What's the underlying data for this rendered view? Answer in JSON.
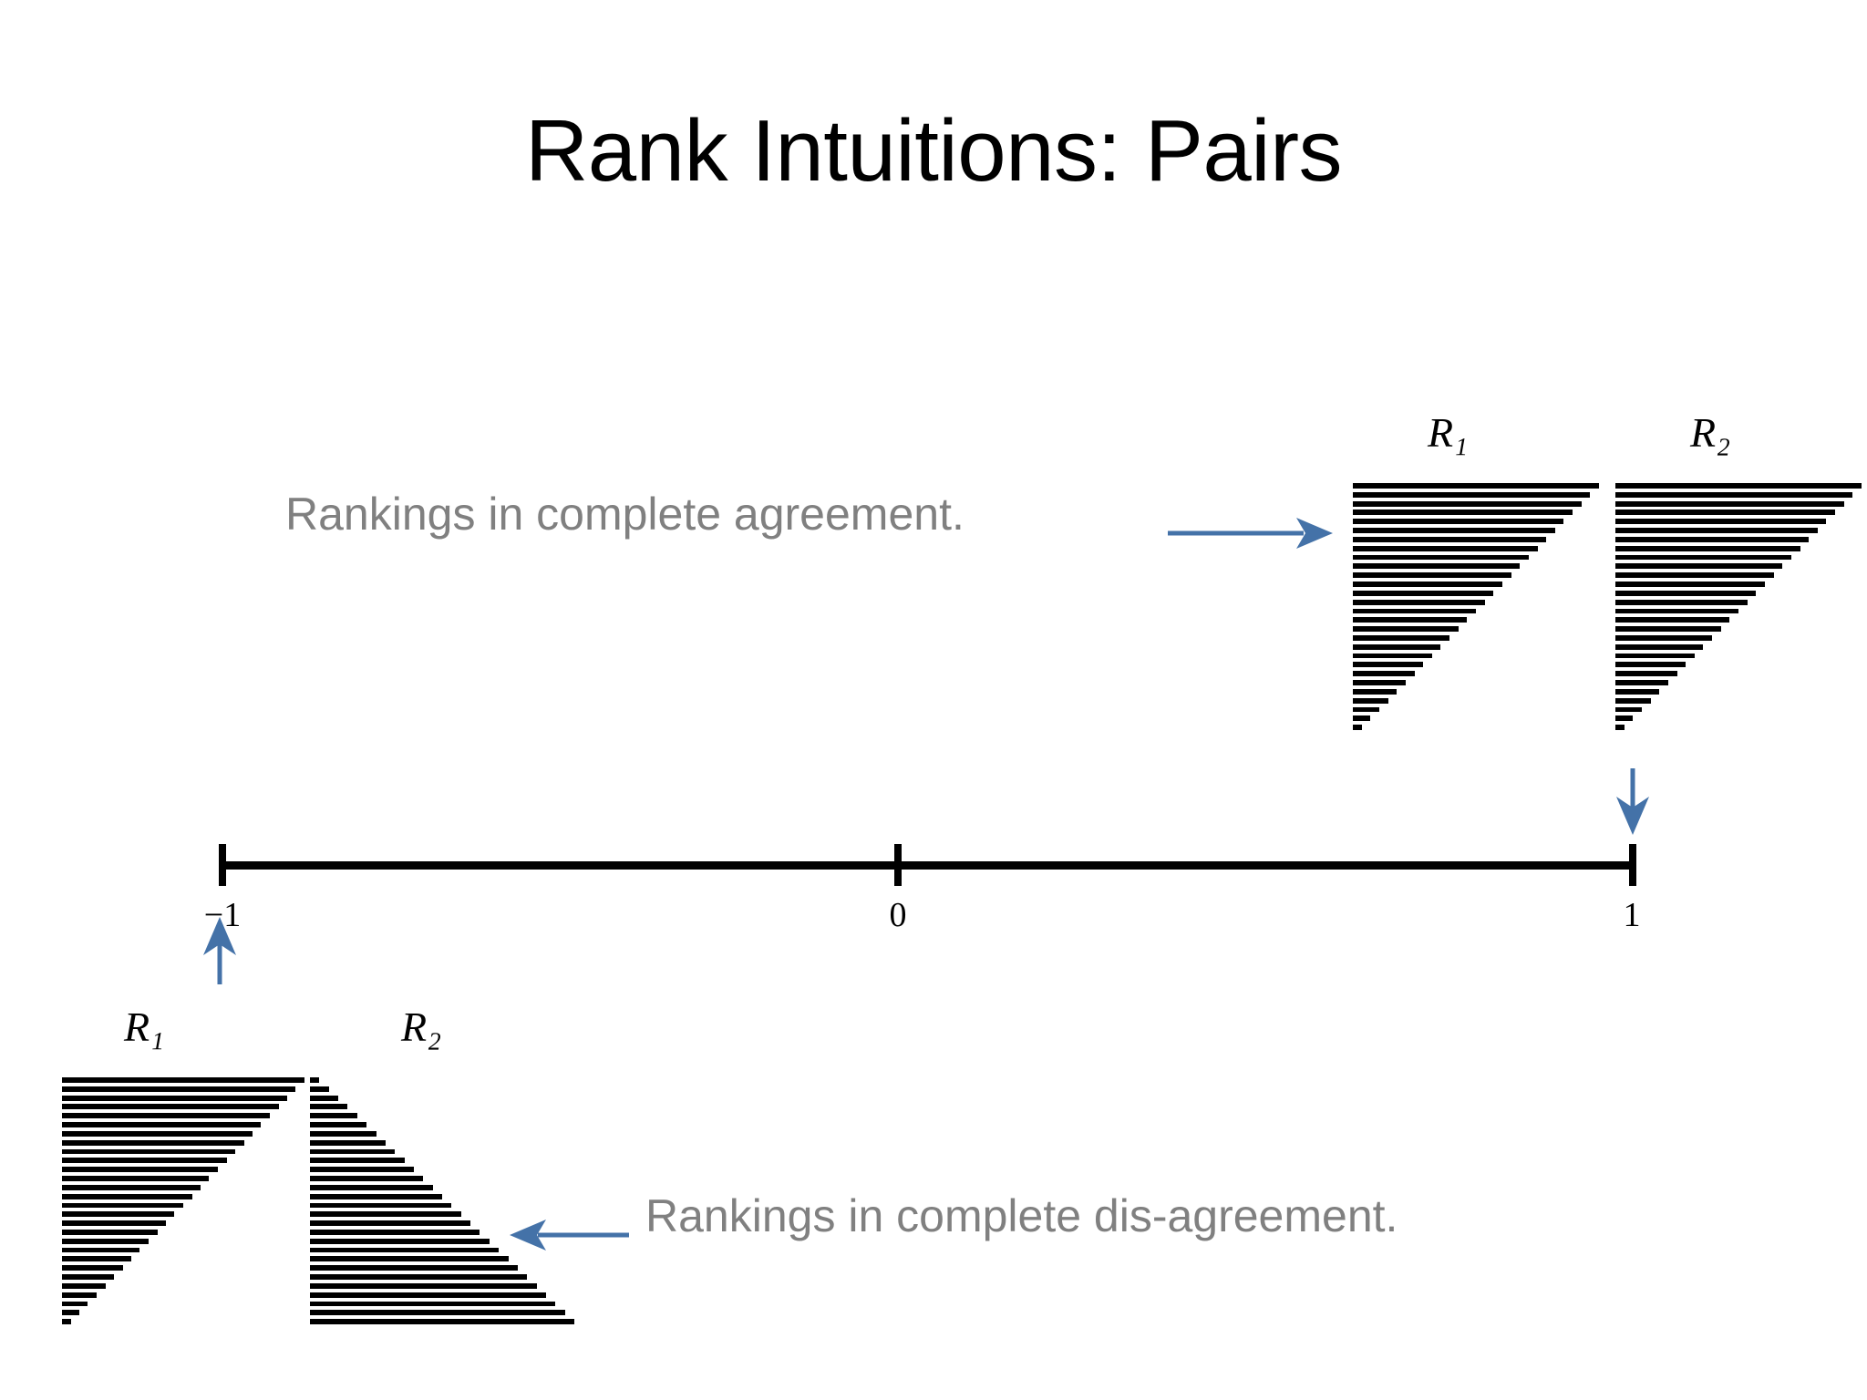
{
  "slide": {
    "title": "Rank Intuitions: Pairs",
    "background_color": "#ffffff"
  },
  "colors": {
    "title_text": "#000000",
    "annotation_text": "#808080",
    "arrow_blue": "#4472a8",
    "bar_black": "#000000",
    "axis_black": "#000000"
  },
  "annotations": {
    "top": {
      "text": "Rankings in complete agreement.",
      "arrow": "arrow-right",
      "points_to": "top-ranking-pair"
    },
    "bottom": {
      "text": "Rankings in complete dis-agreement.",
      "arrow": "arrow-left",
      "points_to": "bottom-ranking-pair"
    }
  },
  "numberline": {
    "ticks": [
      {
        "label": "−1",
        "value": -1
      },
      {
        "label": "0",
        "value": 0
      },
      {
        "label": "1",
        "value": 1
      }
    ],
    "markers": [
      {
        "name": "agreement-marker",
        "at_label": "1",
        "direction": "down",
        "color": "#4472a8"
      },
      {
        "name": "disagreement-marker",
        "at_label": "−1",
        "direction": "up",
        "color": "#4472a8"
      }
    ]
  },
  "ranking_groups": [
    {
      "id": "top-ranking-pair",
      "position": "upper-right",
      "meaning": "complete agreement",
      "correlation_value": 1,
      "rankings": [
        {
          "label": "R₁",
          "label_plain": "R1",
          "order": "descending",
          "bars": 28
        },
        {
          "label": "R₂",
          "label_plain": "R2",
          "order": "descending",
          "bars": 28
        }
      ]
    },
    {
      "id": "bottom-ranking-pair",
      "position": "lower-left",
      "meaning": "complete dis-agreement",
      "correlation_value": -1,
      "rankings": [
        {
          "label": "R₁",
          "label_plain": "R1",
          "order": "descending",
          "bars": 28
        },
        {
          "label": "R₂",
          "label_plain": "R2",
          "order": "ascending",
          "bars": 28
        }
      ]
    }
  ],
  "chart_data": {
    "type": "bar",
    "title": "Rank Intuitions: Pairs",
    "xlabel": "",
    "ylabel": "",
    "xlim": [
      -1,
      1
    ],
    "grid": false,
    "legend": "none",
    "axis_tick_labels": [
      "−1",
      "0",
      "1"
    ],
    "series": [
      {
        "name": "top R1 (agreement)",
        "values": [
          100,
          96.4,
          92.9,
          89.3,
          85.7,
          82.1,
          78.6,
          75.0,
          71.4,
          67.9,
          64.3,
          60.7,
          57.1,
          53.6,
          50.0,
          46.4,
          42.9,
          39.3,
          35.7,
          32.1,
          28.6,
          25.0,
          21.4,
          17.9,
          14.3,
          10.7,
          7.1,
          3.6
        ]
      },
      {
        "name": "top R2 (agreement)",
        "values": [
          100,
          96.4,
          92.9,
          89.3,
          85.7,
          82.1,
          78.6,
          75.0,
          71.4,
          67.9,
          64.3,
          60.7,
          57.1,
          53.6,
          50.0,
          46.4,
          42.9,
          39.3,
          35.7,
          32.1,
          28.6,
          25.0,
          21.4,
          17.9,
          14.3,
          10.7,
          7.1,
          3.6
        ]
      },
      {
        "name": "bottom R1 (dis-agreement)",
        "values": [
          100,
          96.4,
          92.9,
          89.3,
          85.7,
          82.1,
          78.6,
          75.0,
          71.4,
          67.9,
          64.3,
          60.7,
          57.1,
          53.6,
          50.0,
          46.4,
          42.9,
          39.3,
          35.7,
          32.1,
          28.6,
          25.0,
          21.4,
          17.9,
          14.3,
          10.7,
          7.1,
          3.6
        ]
      },
      {
        "name": "bottom R2 (dis-agreement)",
        "values": [
          3.6,
          7.1,
          10.7,
          14.3,
          17.9,
          21.4,
          25.0,
          28.6,
          32.1,
          35.7,
          39.3,
          42.9,
          46.4,
          50.0,
          53.6,
          57.1,
          60.7,
          64.3,
          67.9,
          71.4,
          75.0,
          78.6,
          82.1,
          85.7,
          89.3,
          92.9,
          96.4,
          100
        ]
      }
    ],
    "annotations": [
      "Rankings in complete agreement.",
      "Rankings in complete dis-agreement."
    ]
  }
}
